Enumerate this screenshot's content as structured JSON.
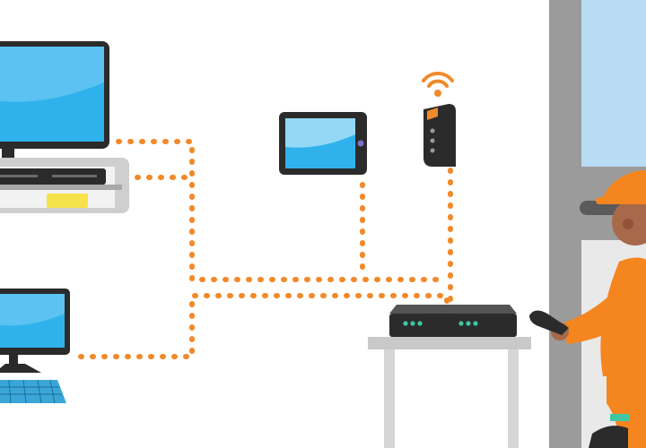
{
  "diagram": {
    "title": "",
    "colors": {
      "background": "#ffffff",
      "link": "#f08a2a",
      "screen": "#2fb2ec",
      "screen_light": "#bfe8fb",
      "device_dark": "#2b2b2b",
      "device_mid": "#545454",
      "furniture_grey": "#c9c9c9",
      "shelf_grey": "#a9a9a9",
      "led_green": "#3ec7a1",
      "yellow_box": "#f6e24a",
      "wall": "#9b9b9b",
      "window": "#b8dcf4",
      "technician_orange": "#f5851f",
      "skin": "#a8684a",
      "keyboard": "#3aa6d8"
    },
    "devices": [
      {
        "id": "tv",
        "icon": "television-icon"
      },
      {
        "id": "set-top-box",
        "icon": "set-top-box-icon"
      },
      {
        "id": "tablet",
        "icon": "tablet-icon"
      },
      {
        "id": "wifi-extender",
        "icon": "wifi-extender-icon"
      },
      {
        "id": "desktop-pc",
        "icon": "desktop-computer-icon"
      },
      {
        "id": "gateway-router",
        "icon": "router-icon"
      },
      {
        "id": "technician",
        "icon": "technician-icon"
      }
    ],
    "links": [
      {
        "from": "tv",
        "to": "gateway-router",
        "style": "dotted"
      },
      {
        "from": "set-top-box",
        "to": "gateway-router",
        "style": "dotted"
      },
      {
        "from": "tablet",
        "to": "gateway-router",
        "style": "dotted"
      },
      {
        "from": "wifi-extender",
        "to": "gateway-router",
        "style": "dotted"
      },
      {
        "from": "desktop-pc",
        "to": "gateway-router",
        "style": "dotted"
      }
    ]
  }
}
